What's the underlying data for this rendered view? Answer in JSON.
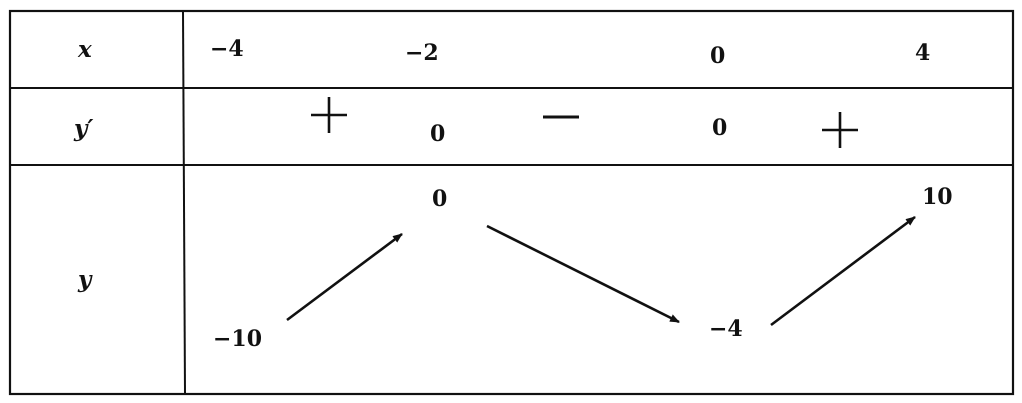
{
  "row_labels": {
    "x": "x",
    "y_prime": "y′",
    "y": "y"
  },
  "x_values": [
    "−4",
    "−2",
    "0",
    "4"
  ],
  "derivative": {
    "zeros": [
      "0",
      "0"
    ],
    "signs": [
      "plus",
      "minus",
      "plus"
    ]
  },
  "y_values": {
    "start": "−10",
    "max": "0",
    "min": "−4",
    "end": "10"
  },
  "arrows": [
    "increasing",
    "decreasing",
    "increasing"
  ]
}
